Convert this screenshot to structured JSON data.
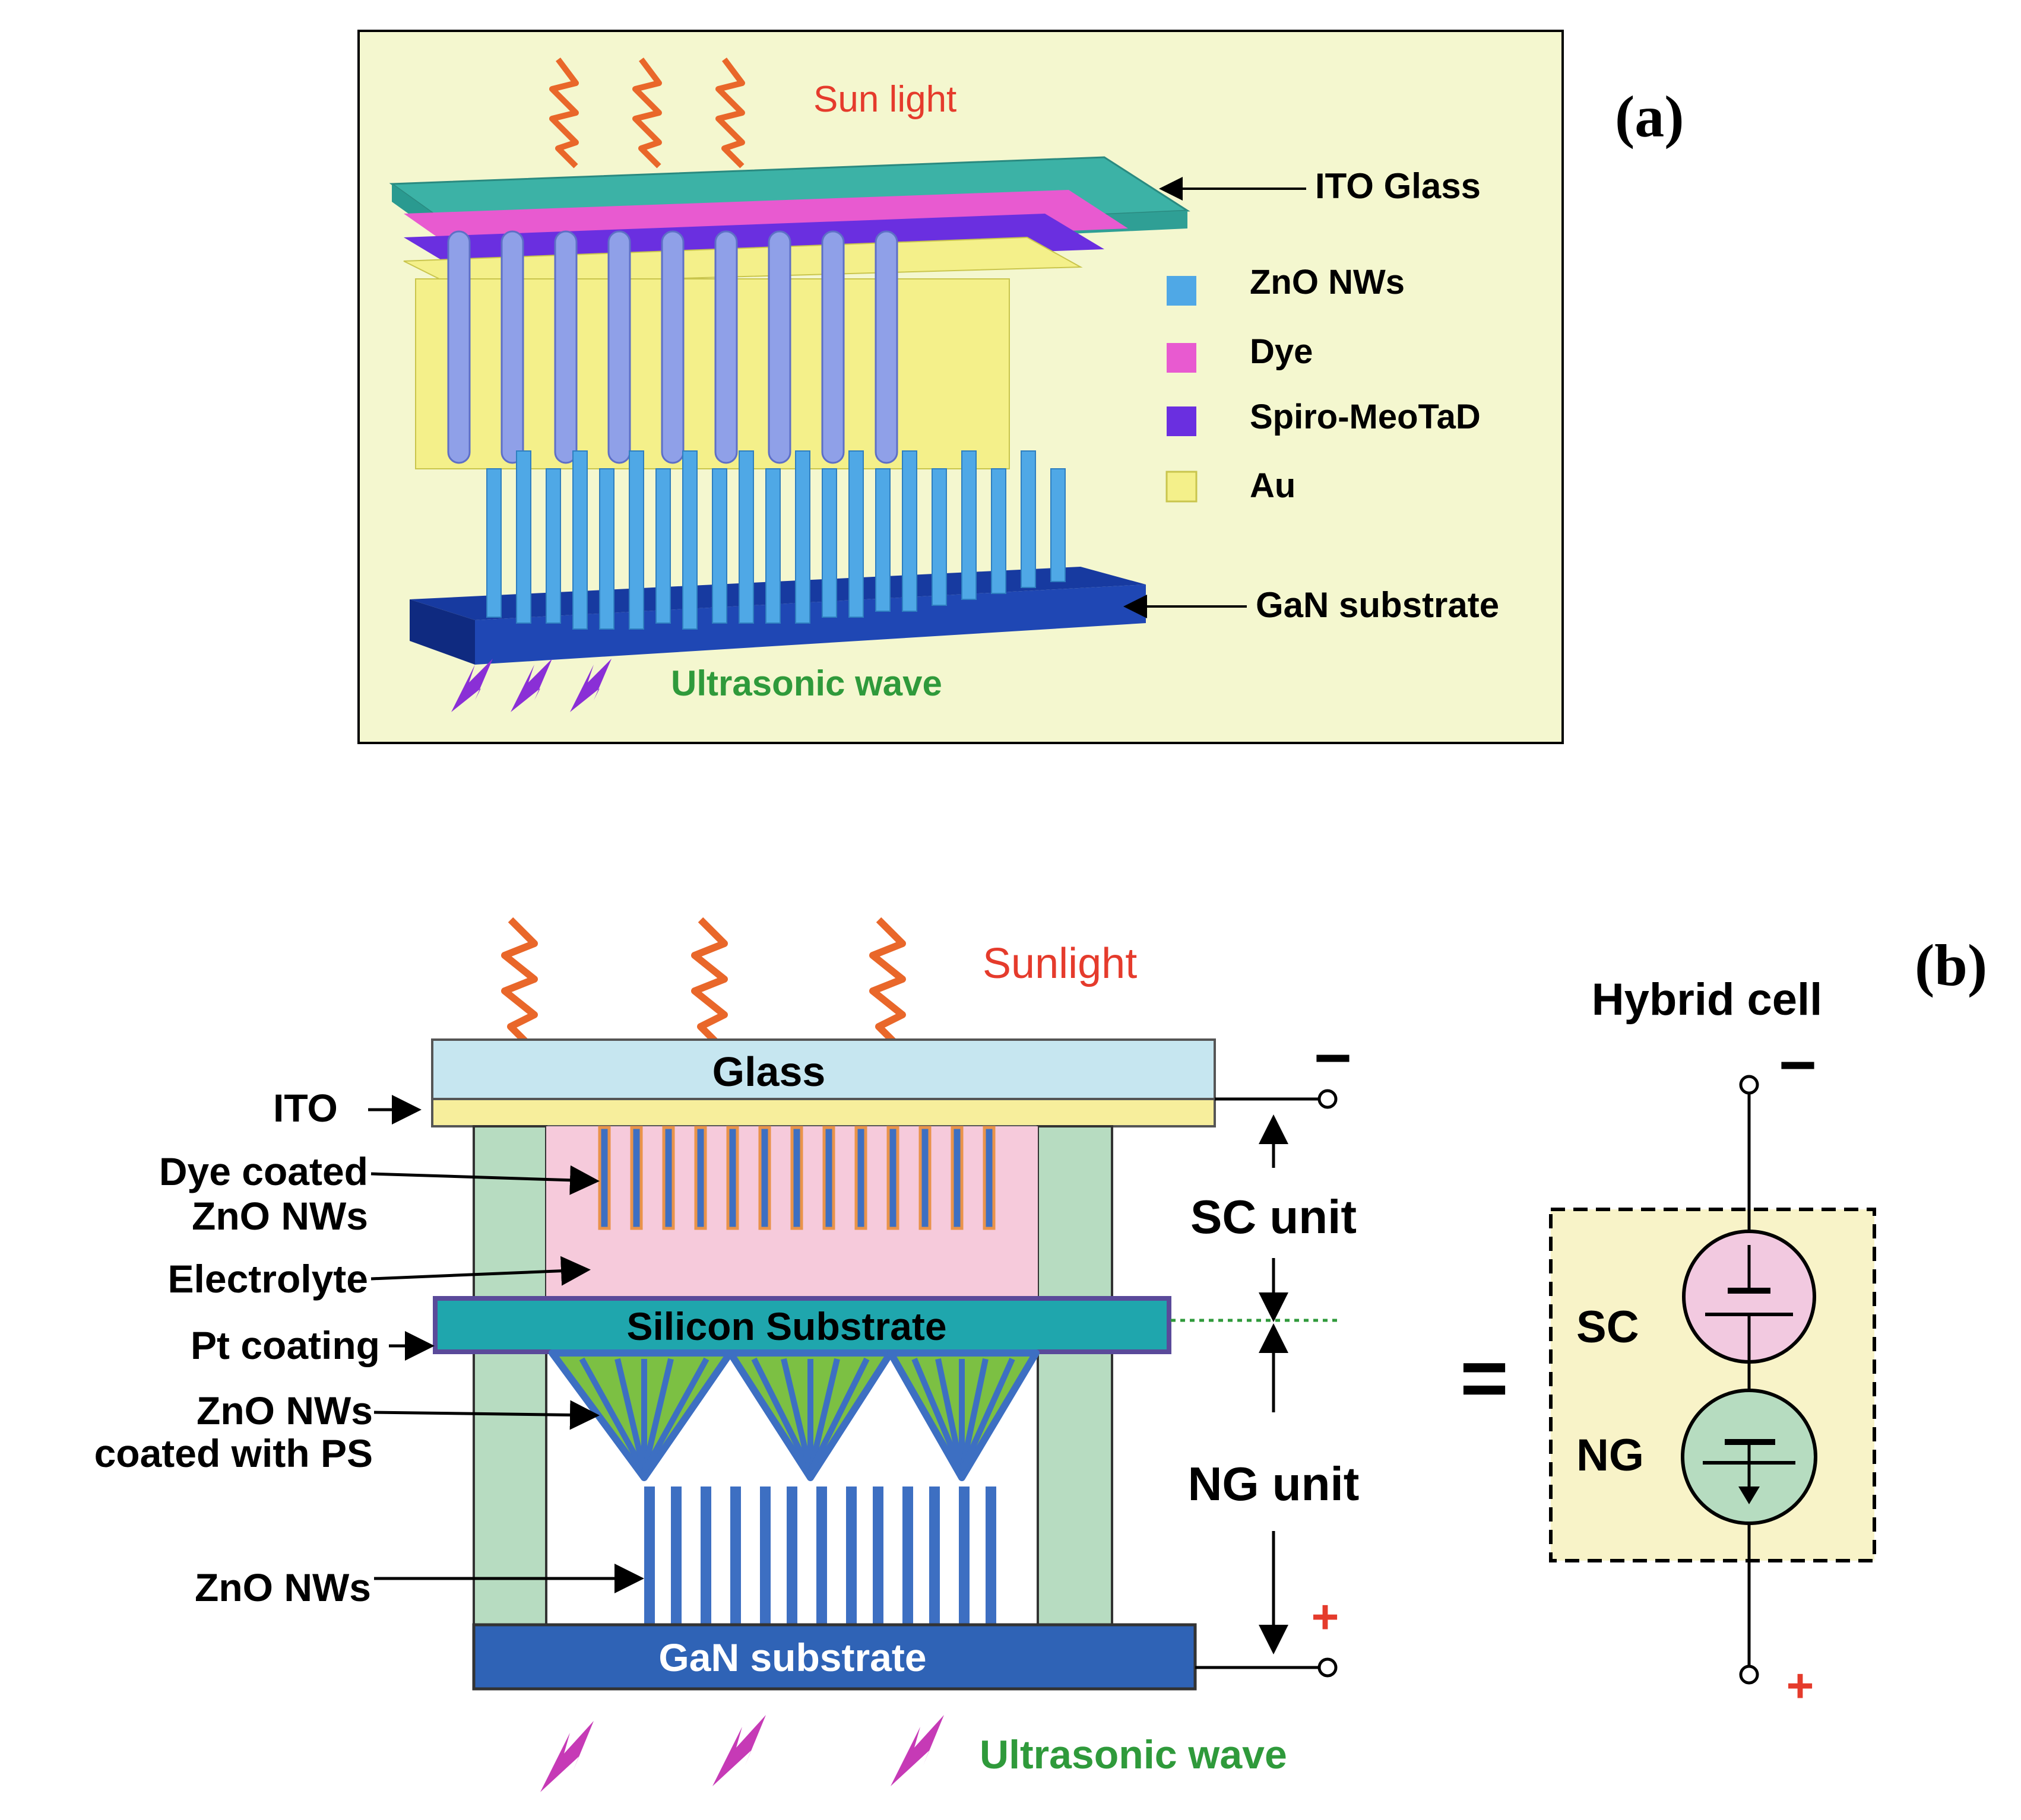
{
  "panel_a": {
    "label": "(a)",
    "sun_light": "Sun light",
    "ito_glass": "ITO Glass",
    "gan_substrate": "GaN substrate",
    "ultrasonic_wave": "Ultrasonic wave",
    "legend": [
      {
        "label": "ZnO NWs",
        "color": "#4fa8e6"
      },
      {
        "label": "Dye",
        "color": "#e85ad0"
      },
      {
        "label": "Spiro-MeoTaD",
        "color": "#6a2fe0"
      },
      {
        "label": "Au",
        "color": "#f4f08a"
      }
    ]
  },
  "panel_b": {
    "label": "(b)",
    "sunlight": "Sunlight",
    "glass": "Glass",
    "ito": "ITO",
    "dye_coated_1": "Dye coated",
    "dye_coated_2": "ZnO NWs",
    "electrolyte": "Electrolyte",
    "pt_coating": "Pt coating",
    "silicon_substrate": "Silicon Substrate",
    "znps_1": "ZnO NWs",
    "znps_2": "coated with PS",
    "zno_nws": "ZnO NWs",
    "gan_substrate": "GaN substrate",
    "ultrasonic_wave": "Ultrasonic wave",
    "sc_unit": "SC unit",
    "ng_unit": "NG unit",
    "minus": "−",
    "plus": "+",
    "equals": "=",
    "hybrid_cell": "Hybrid cell",
    "sc": "SC",
    "ng": "NG"
  },
  "colors": {
    "panel_a_bg": "#f4f7cf",
    "sun_orange": "#e9672a",
    "red_text": "#e53b2c",
    "green_text": "#2f9a3b",
    "wave_purple": "#8a2fd6",
    "wave_magenta": "#c63ab6",
    "glass_blue": "#c6e6f0",
    "ito_yellow": "#f7ee9c",
    "spacer_green": "#b7dcc1",
    "electrolyte_pink": "#f6cadb",
    "silicon_teal": "#1fa6ad",
    "gan_blue": "#2f63b6",
    "nw_blue": "#3d6fc2",
    "ps_green": "#7cc043",
    "hybrid_box": "#f8f3c8",
    "sc_circle": "#f2c9e0",
    "ng_circle": "#b6dcc0"
  }
}
